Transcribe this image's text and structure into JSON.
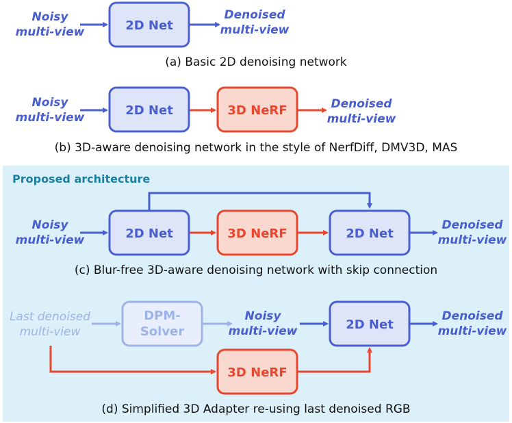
{
  "colors": {
    "blue": "#4a5fcf",
    "blue_fill": "#dfe5f8",
    "red": "#e8462e",
    "red_fill": "#f9d8cf",
    "faded": "#9fb4e6",
    "faded_fill": "#e8eefb",
    "panel": "#dbf0f8",
    "panel_title": "#1c7ea1"
  },
  "panel_a": {
    "input_line1": "Noisy",
    "input_line2": "multi-view",
    "box": "2D Net",
    "output_line1": "Denoised",
    "output_line2": "multi-view",
    "caption": "(a) Basic 2D denoising network"
  },
  "panel_b": {
    "input_line1": "Noisy",
    "input_line2": "multi-view",
    "box1": "2D Net",
    "box2": "3D NeRF",
    "output_line1": "Denoised",
    "output_line2": "multi-view",
    "caption": "(b) 3D-aware denoising network in the style of NerfDiff, DMV3D, MAS"
  },
  "proposed_title": "Proposed architecture",
  "panel_c": {
    "input_line1": "Noisy",
    "input_line2": "multi-view",
    "box1": "2D Net",
    "box2": "3D NeRF",
    "box3": "2D Net",
    "output_line1": "Denoised",
    "output_line2": "multi-view",
    "caption": "(c) Blur-free 3D-aware denoising network with skip connection"
  },
  "panel_d": {
    "input_line1": "Last denoised",
    "input_line2": "multi-view",
    "solver_line1": "DPM-",
    "solver_line2": "Solver",
    "mid_line1": "Noisy",
    "mid_line2": "multi-view",
    "box_net": "2D Net",
    "box_nerf": "3D NeRF",
    "output_line1": "Denoised",
    "output_line2": "multi-view",
    "caption": "(d) Simplified 3D Adapter re-using last denoised RGB"
  }
}
